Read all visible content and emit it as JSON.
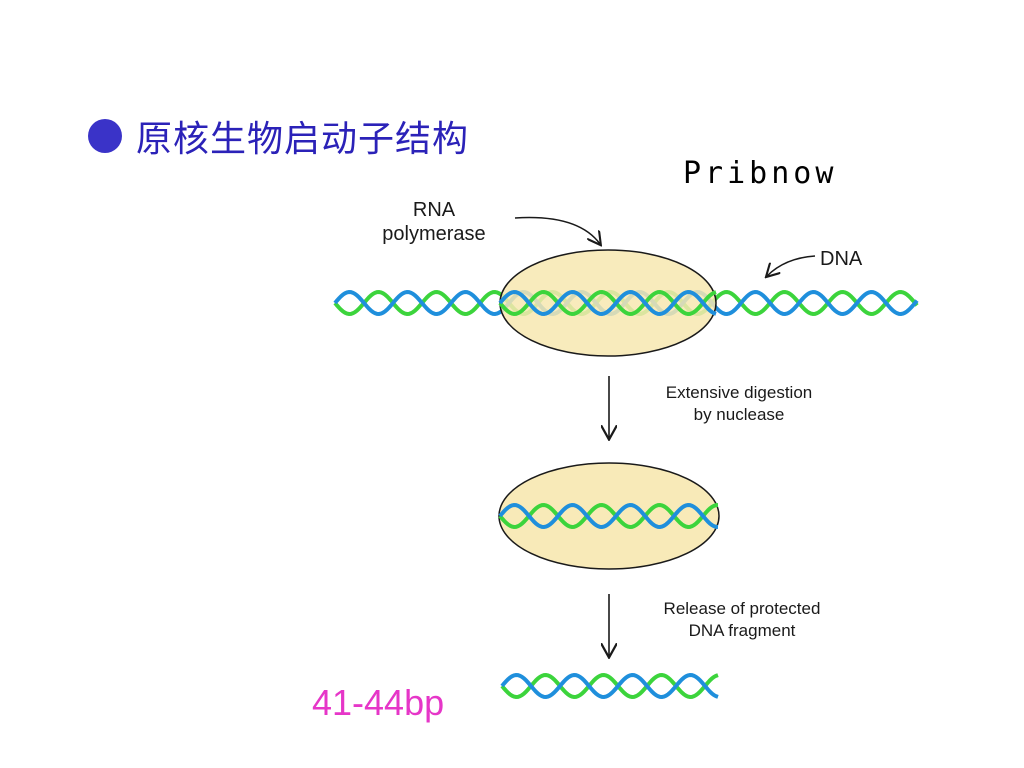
{
  "title": "原核生物启动子结构",
  "pribnow_label": "Pribnow",
  "bp_label": "41-44bp",
  "diagram": {
    "rna_polymerase_label_line1": "RNA",
    "rna_polymerase_label_line2": "polymerase",
    "dna_label": "DNA",
    "step1_line1": "Extensive digestion",
    "step1_line2": "by nuclease",
    "step2_line1": "Release of protected",
    "step2_line2": "DNA fragment"
  },
  "colors": {
    "title": "#2b22b8",
    "bullet": "#3a33c8",
    "strand_blue": "#1f8fdc",
    "strand_green": "#3cd43c",
    "polymerase_fill": "#f7e8b0",
    "bp_label": "#e636c8"
  }
}
